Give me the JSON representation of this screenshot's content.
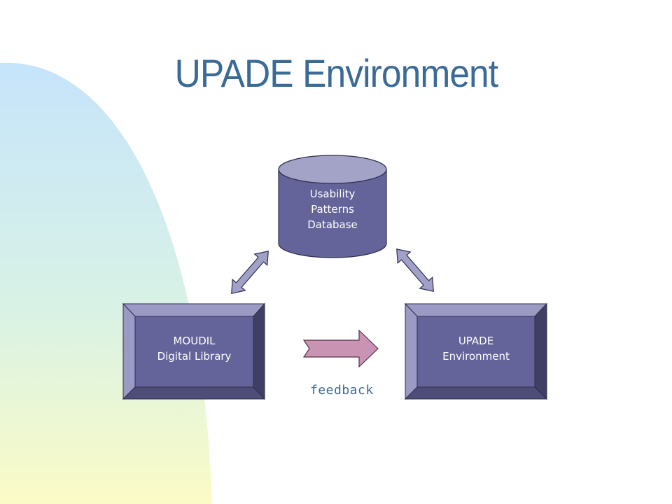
{
  "slide": {
    "title": "UPADE Environment"
  },
  "diagram": {
    "database": {
      "lines": [
        "Usability",
        "Patterns",
        "Database"
      ]
    },
    "left_box": {
      "lines": [
        "MOUDIL",
        "Digital Library"
      ]
    },
    "right_box": {
      "lines": [
        "UPADE",
        "Environment"
      ]
    },
    "feedback_label": "feedback"
  },
  "colors": {
    "title": "#3a6a96",
    "node_face": "#64649a",
    "node_dark": "#3f3f63",
    "node_light": "#9a9ac4",
    "db_top": "#a3a3c8",
    "arrow_fill": "#a0a0c8",
    "feedback_arrow": "#c994b4"
  }
}
